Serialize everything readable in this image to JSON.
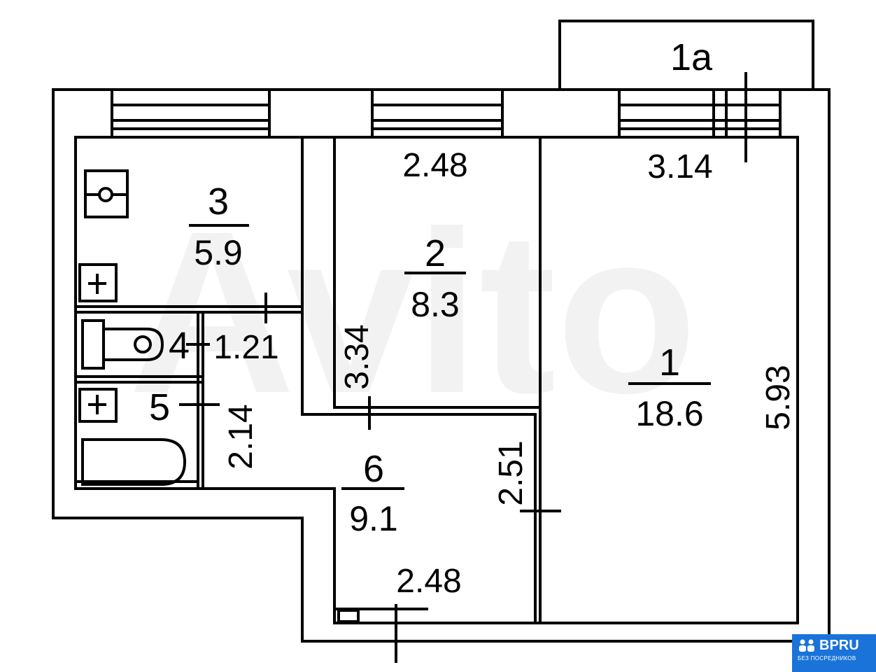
{
  "rooms": {
    "r1": {
      "num": "1",
      "area": "18.6"
    },
    "r2": {
      "num": "2",
      "area": "8.3"
    },
    "r3": {
      "num": "3",
      "area": "5.9"
    },
    "r4": {
      "num": "4"
    },
    "r5": {
      "num": "5"
    },
    "r6": {
      "num": "6",
      "area": "9.1"
    },
    "balcony": {
      "num": "1a"
    }
  },
  "dimensions": {
    "r2_width": "2.48",
    "r1_width": "3.14",
    "r2_height": "3.34",
    "r1_height": "5.93",
    "r4_width": "1.21",
    "r5_height": "2.14",
    "r6_height": "2.51",
    "r6_width": "2.48"
  },
  "brand": {
    "name": "BPRU",
    "tagline": "БЕЗ ПОСРЕДНИКОВ",
    "color": "#1a73d9"
  },
  "watermark": {
    "text": "Avito"
  },
  "colors": {
    "line": "#000000",
    "background": "#ffffff"
  }
}
